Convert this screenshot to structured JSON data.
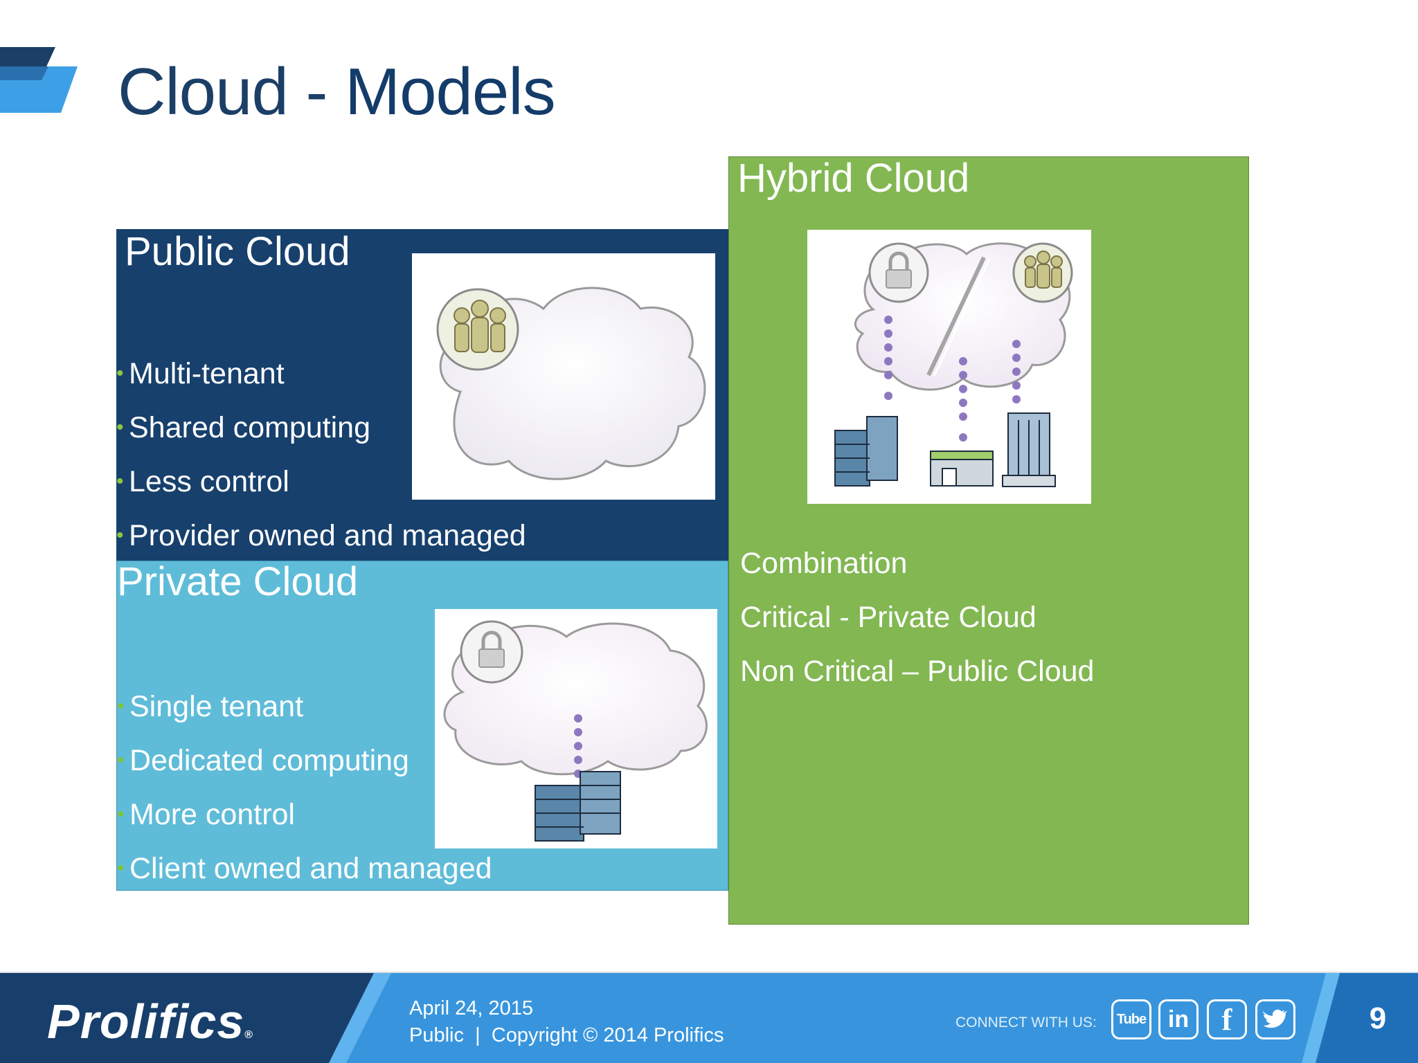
{
  "title": {
    "light": "Cloud",
    "separator": " - ",
    "bold": "Models"
  },
  "public_cloud": {
    "title": "Public Cloud",
    "bullets": [
      "Multi-tenant",
      "Shared  computing",
      "Less control",
      " Provider owned and managed"
    ]
  },
  "private_cloud": {
    "title": "Private Cloud",
    "bullets": [
      "Single tenant",
      "Dedicated computing",
      "More control",
      "Client owned and managed"
    ]
  },
  "hybrid_cloud": {
    "title": "Hybrid Cloud",
    "lines": [
      "Combination",
      "Critical - Private Cloud",
      "Non Critical – Public Cloud"
    ]
  },
  "footer": {
    "logo": "Prolifics",
    "logo_mark": "®",
    "date": "April 24, 2015",
    "classification": "Public",
    "divider": "|",
    "copyright": "Copyright © 2014 Prolifics",
    "connect_label": "CONNECT WITH US:",
    "social": {
      "youtube": "Tube",
      "linkedin": "in",
      "facebook": "f"
    },
    "page_number": "9"
  },
  "colors": {
    "title": "#1b3f66",
    "public_panel": "#17406d",
    "private_panel": "#5fbcd8",
    "hybrid_panel": "#82b752",
    "bullet_dot": "#8cc63f",
    "footer": "#3895dd"
  }
}
